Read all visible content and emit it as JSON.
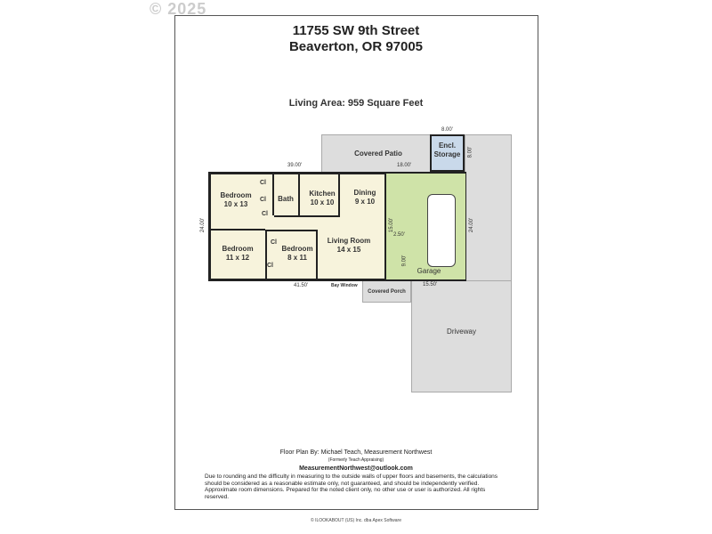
{
  "watermark": "© 2025",
  "title": {
    "line1": "11755 SW 9th Street",
    "line2": "Beaverton, OR 97005"
  },
  "living_area": "Living Area: 959 Square Feet",
  "rooms": {
    "bedroom1": {
      "name": "Bedroom",
      "size": "10 x 13"
    },
    "bedroom2": {
      "name": "Bedroom",
      "size": "11 x 12"
    },
    "bedroom3": {
      "name": "Bedroom",
      "size": "8 x 11"
    },
    "bath": "Bath",
    "kitchen": {
      "name": "Kitchen",
      "size": "10 x 10"
    },
    "dining": {
      "name": "Dining",
      "size": "9 x 10"
    },
    "living": {
      "name": "Living Room",
      "size": "14 x 15"
    },
    "garage": "Garage",
    "closet": "Cl",
    "patio": "Covered Patio",
    "storage": {
      "l1": "Encl.",
      "l2": "Storage"
    },
    "porch": "Covered Porch",
    "driveway": "Driveway",
    "bay_window": "Bay Window"
  },
  "dims": {
    "top": "39.00'",
    "bottom": "41.50'",
    "left": "24.00'",
    "garage_right": "24.00'",
    "storage_w": "8.00'",
    "storage_h": "8.00'",
    "patio": "18.00'",
    "garage_bottom": "15.50'",
    "d15": "15.00'",
    "d2_5": "2.50'",
    "d9": "9.00'"
  },
  "colors": {
    "garage": "#cfe3a8",
    "storage": "#c9d9ea",
    "room": "#f7f3dc",
    "outdoor": "#dddddd"
  },
  "footer": {
    "by": "Floor Plan By: Michael Teach, Measurement Northwest",
    "formerly": "(Formerly Teach Appraising)",
    "email": "MeasurementNorthwest@outlook.com",
    "disclaimer": "Due to rounding and the difficulty in measuring to the outside walls of upper floors and basements, the calculations should be considered as a reasonable estimate only, not guaranteed, and should be independently verified. Approximate room dimensions. Prepared for the noted client only, no other use or user is authorized. All rights reserved.",
    "copyright": "© ILOOKABOUT (US) Inc. dba Apex Software"
  }
}
